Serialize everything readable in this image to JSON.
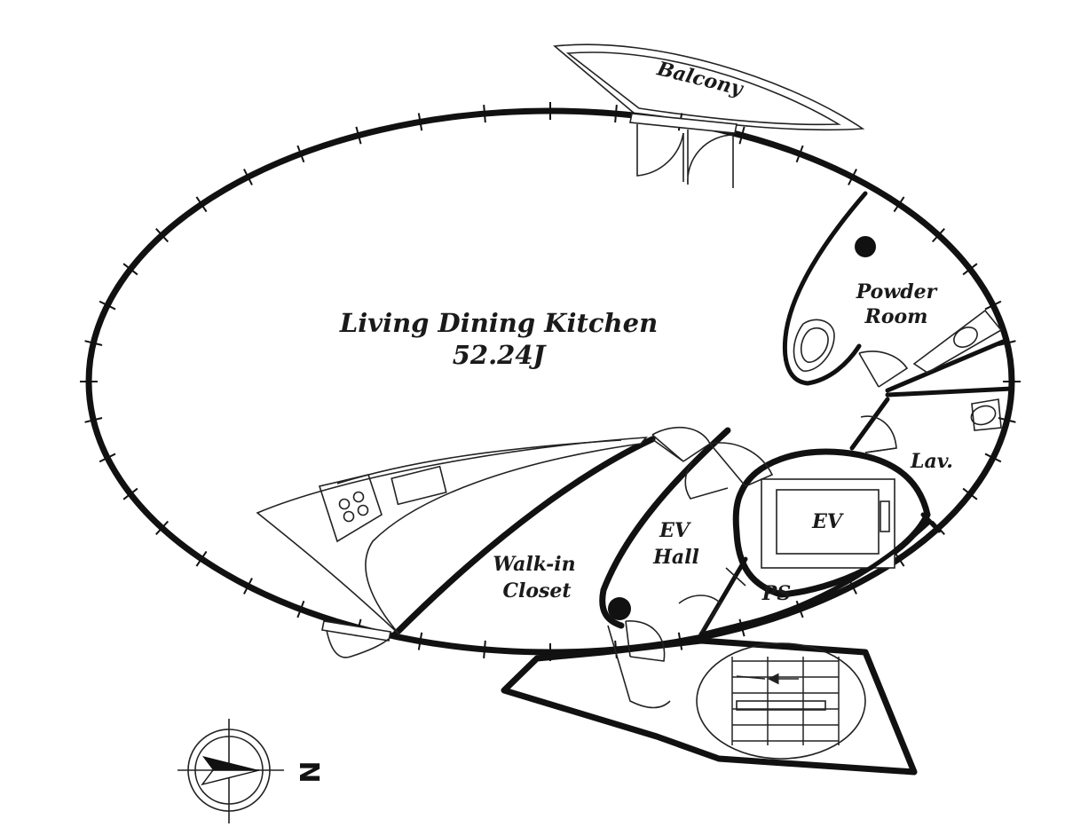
{
  "rooms": {
    "balcony": "Balcony",
    "ldk_name": "Living Dining Kitchen",
    "ldk_area": "52.24J",
    "powder_room_line1": "Powder",
    "powder_room_line2": "Room",
    "lav": "Lav.",
    "ev": "EV",
    "ev_hall_line1": "EV",
    "ev_hall_line2": "Hall",
    "walk_in_line1": "Walk-in",
    "walk_in_line2": "Closet",
    "ps": "PS"
  },
  "compass": {
    "letter": "N"
  }
}
